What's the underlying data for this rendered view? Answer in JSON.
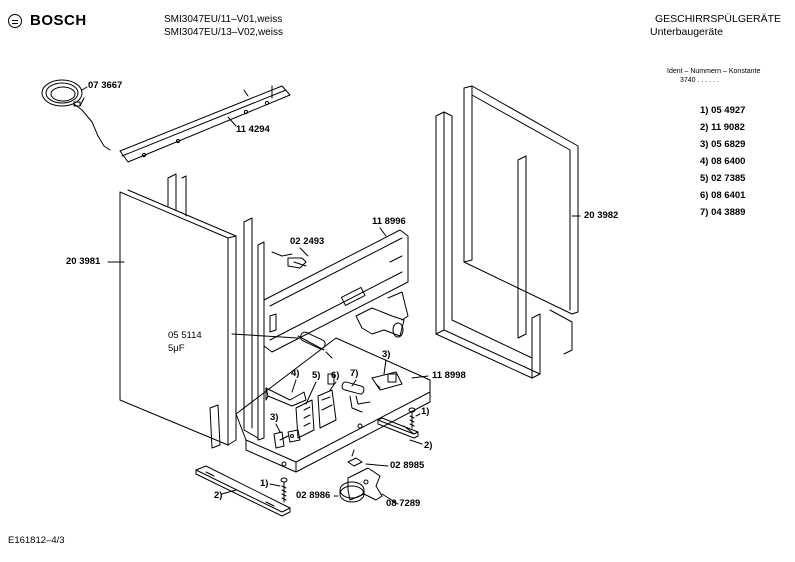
{
  "header": {
    "brand": "BOSCH",
    "models": [
      "SMI3047EU/11–V01,weiss",
      "SMI3047EU/13–V02,weiss"
    ],
    "category": "GESCHIRRSPÜLGERÄTE",
    "subcategory": "Unterbaugeräte",
    "ident_caption": "Ident – Nummern – Konstante",
    "ident_constant": "3740 . . . . . ."
  },
  "legend": [
    "1)  05 4927",
    "2)  11 9082",
    "3)  05 6829",
    "4)  08 6400",
    "5)  02 7385",
    "6)  08 6401",
    "7)  04 3889"
  ],
  "parts": {
    "cable": "07 3667",
    "top_strip": "11 4294",
    "left_panel": "20 3981",
    "right_panel": "20 3982",
    "rear_panel": "11 8996",
    "screw": "02 2493",
    "capacitor": "05 5114",
    "capacitor_value": "5μF",
    "base": "11 8998",
    "foot_part": "02 8985",
    "foot_disc": "02 8986",
    "foot_bracket": "08 7289"
  },
  "callouts": {
    "c1a": "1)",
    "c1b": "1)",
    "c2a": "2)",
    "c2b": "2)",
    "c3a": "3)",
    "c3b": "3)",
    "c4": "4)",
    "c5": "5)",
    "c6": "6)",
    "c7": "7)"
  },
  "footer": {
    "drawing_id": "E161812–4/3"
  }
}
